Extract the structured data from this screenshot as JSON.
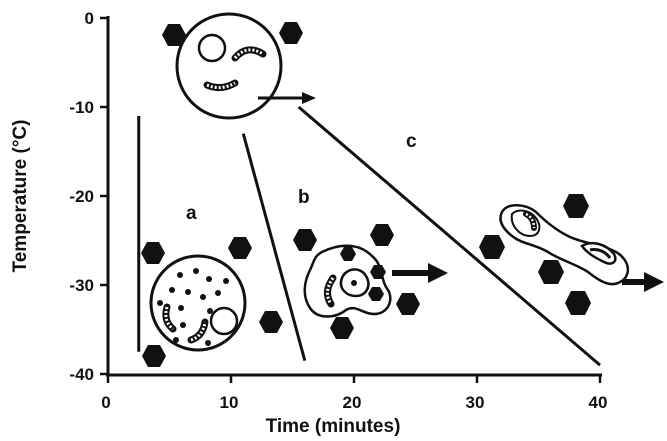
{
  "chart_data": {
    "type": "line",
    "xlabel": "Time (minutes)",
    "ylabel": "Temperature (°C)",
    "xlim": [
      0,
      40
    ],
    "ylim": [
      -40,
      0
    ],
    "x_ticks": [
      "0",
      "10",
      "20",
      "30",
      "40"
    ],
    "y_ticks": [
      "0",
      "-10",
      "-20",
      "-30",
      "-40"
    ],
    "series": [
      {
        "label": "a",
        "x": [
          2.5,
          2.5
        ],
        "y": [
          -11,
          -37.5
        ]
      },
      {
        "label": "b",
        "x": [
          11,
          16
        ],
        "y": [
          -13,
          -38.5
        ]
      },
      {
        "label": "c",
        "x": [
          15.5,
          40
        ],
        "y": [
          -10,
          -39
        ]
      }
    ],
    "grid": false,
    "legend": "none",
    "colors": {
      "ink": "#111111",
      "cell": "#ffffff"
    }
  }
}
